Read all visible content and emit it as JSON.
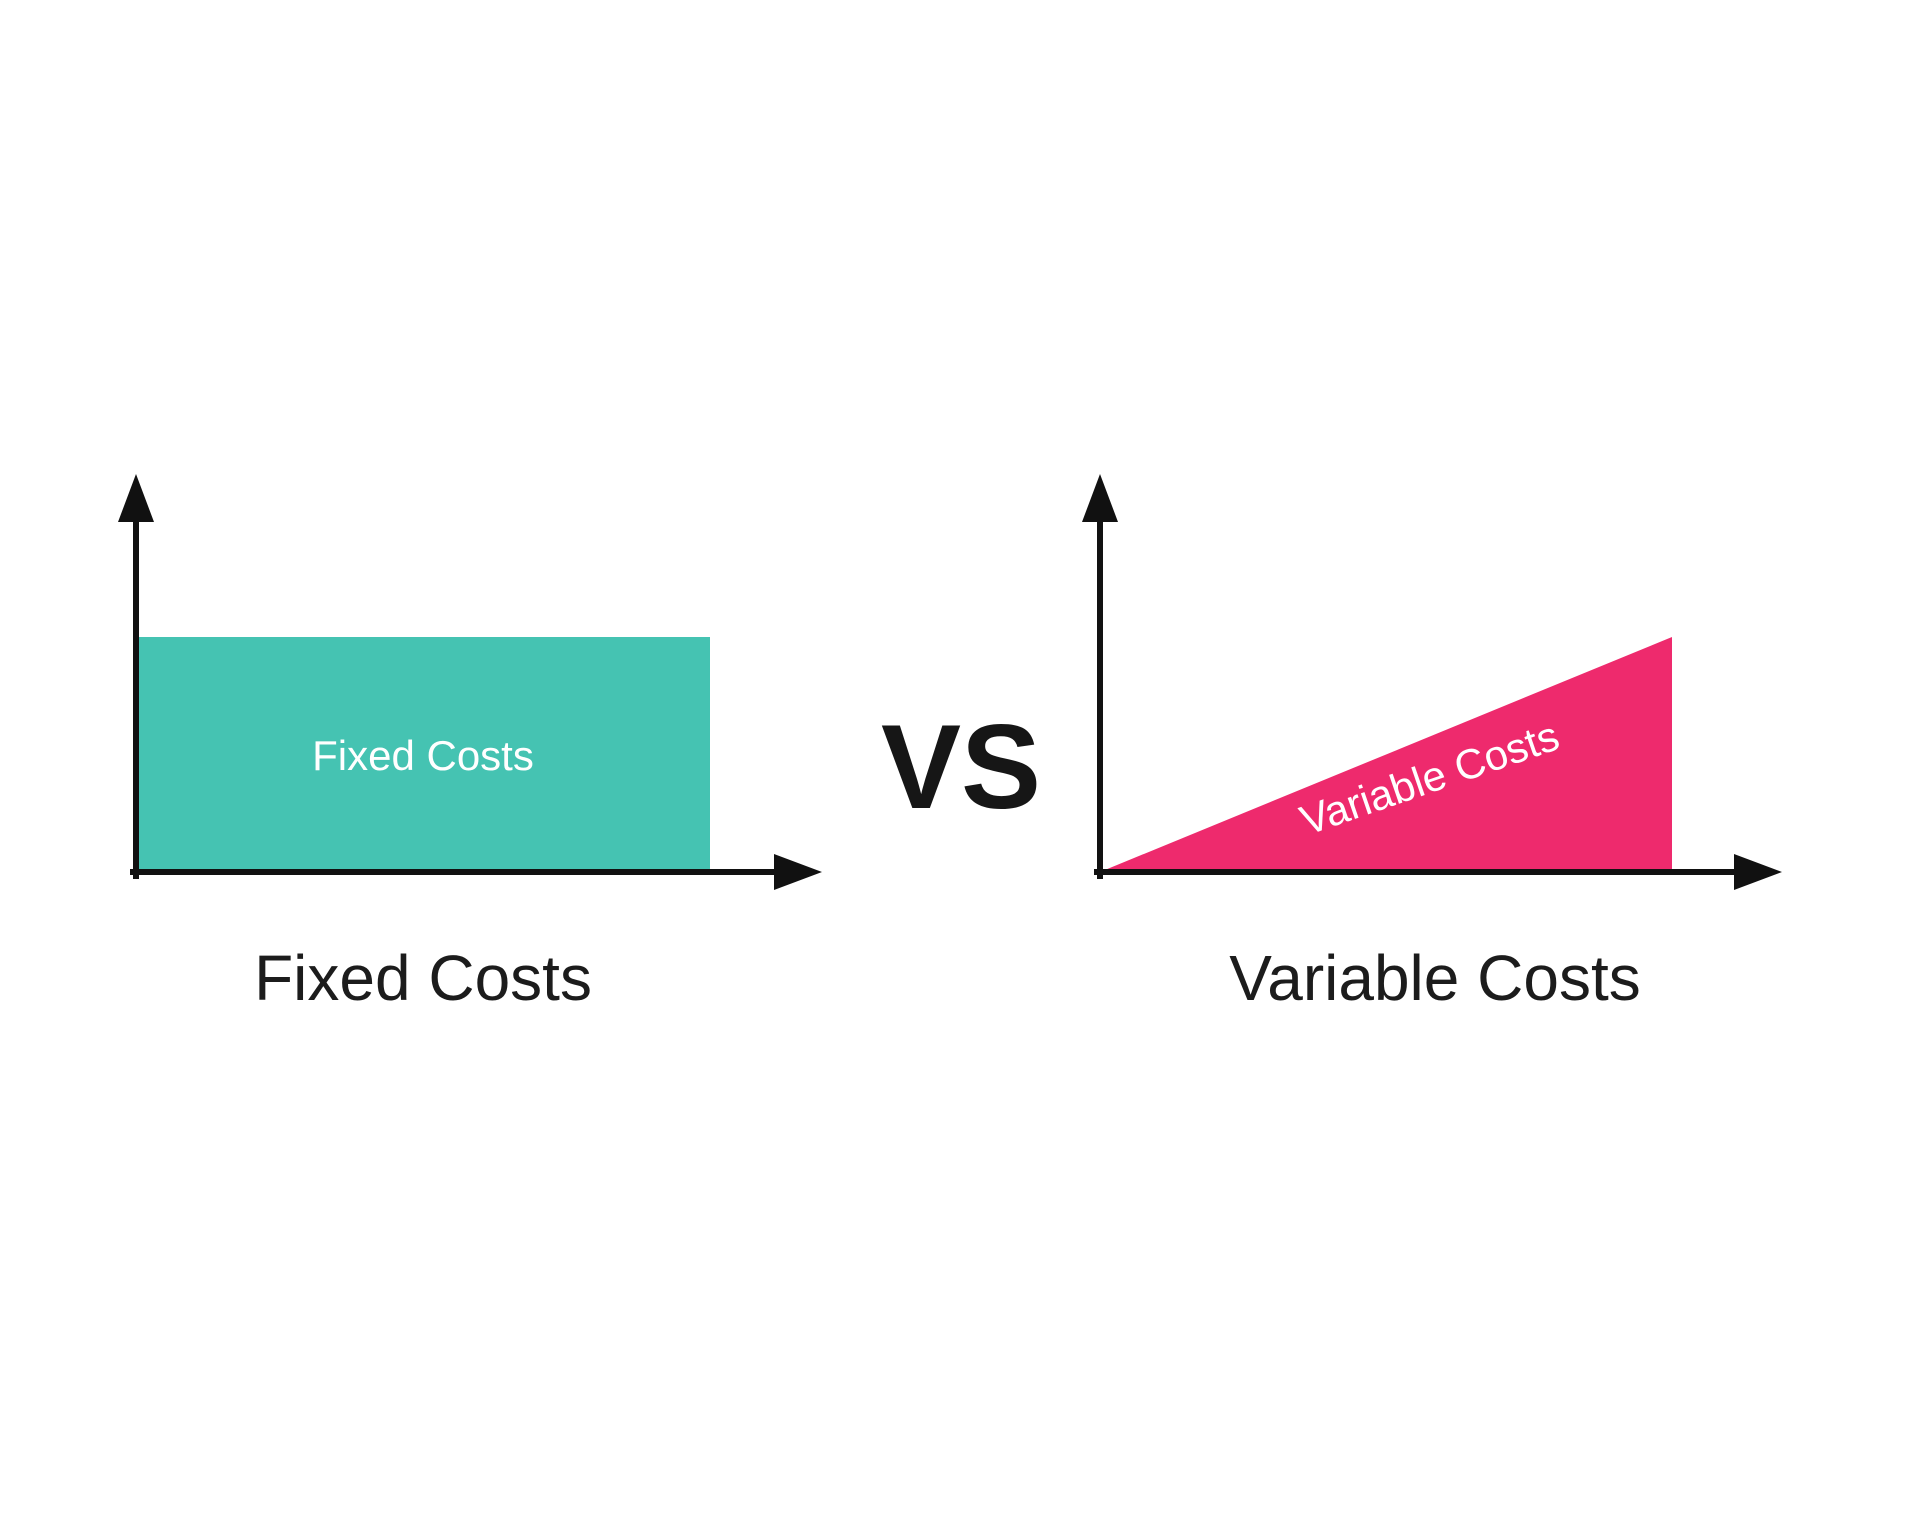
{
  "vs_label": "VS",
  "charts": [
    {
      "id": "fixed-costs",
      "shape": "rectangle",
      "area_label": "Fixed Costs",
      "caption": "Fixed Costs",
      "fill_color": "#45C3B2"
    },
    {
      "id": "variable-costs",
      "shape": "right-triangle",
      "area_label": "Variable Costs",
      "caption": "Variable Costs",
      "fill_color": "#EE2A6D"
    }
  ],
  "colors": {
    "axis": "#111111",
    "caption_text": "#1C1C1C",
    "area_text": "#FFFFFF",
    "background": "#FFFFFF"
  }
}
